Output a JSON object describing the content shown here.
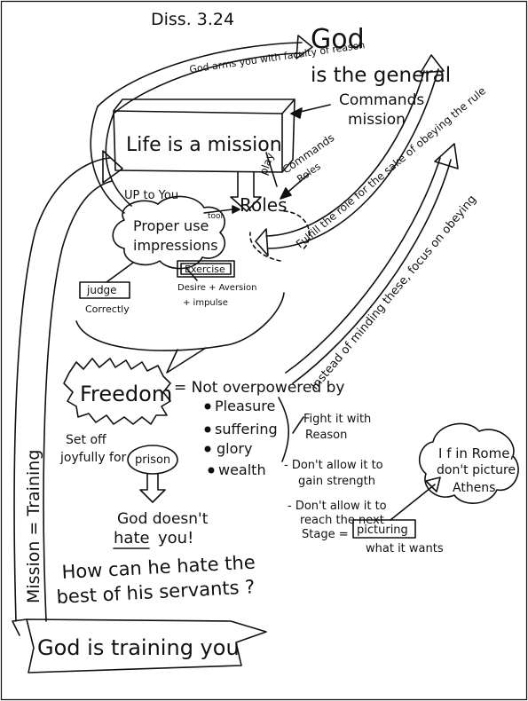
{
  "title": "Diss. 3.24",
  "arc_top": "God arms you with faculty of reason",
  "god": {
    "line1": "God",
    "line2": "is the general"
  },
  "commands_mission": {
    "line1": "Commands",
    "line2": "mission"
  },
  "life_mission": "Life is a mission",
  "play": "play",
  "commands_roles": {
    "line1": "Commands",
    "line2": "Roles"
  },
  "roles": "Roles",
  "up_to_you": "UP to You",
  "proper_use": {
    "line1": "Proper use",
    "line2": "impressions"
  },
  "tool": "tool",
  "fulfill": "Fulfill the role for the sake of obeying the rule",
  "obeying": "Instead of minding these, focus on obeying",
  "judge": {
    "label": "judge",
    "sub": "Correctly"
  },
  "exercise": {
    "label": "Exercise",
    "sub1": "Desire + Aversion",
    "sub2": "+ impulse"
  },
  "freedom": "Freedom",
  "not_overpowered": "= Not overpowered by",
  "bullets": [
    "Pleasure",
    "suffering",
    "glory",
    "wealth"
  ],
  "set_off": {
    "line1": "Set off",
    "line2": "joyfully for",
    "prison": "prison"
  },
  "god_doesnt": {
    "line1": "God doesn't",
    "hate": "hate",
    "rest": "you!"
  },
  "question": {
    "line1": "How can he hate the",
    "line2": "best of his servants ?"
  },
  "fight": {
    "line1": "Fight it with",
    "line2": "Reason"
  },
  "dont1": {
    "line1": "- Don't allow it to",
    "line2": "gain strength"
  },
  "dont2": {
    "line1": "- Don't allow it to",
    "line2": "reach the next",
    "stage": "Stage =",
    "picturing": "picturing",
    "line3": "what it wants"
  },
  "rome": {
    "line1": "I f in Rome,",
    "line2": "don't picture",
    "line3": "Athens"
  },
  "mission_training": "Mission = Training",
  "banner": "God is training you"
}
